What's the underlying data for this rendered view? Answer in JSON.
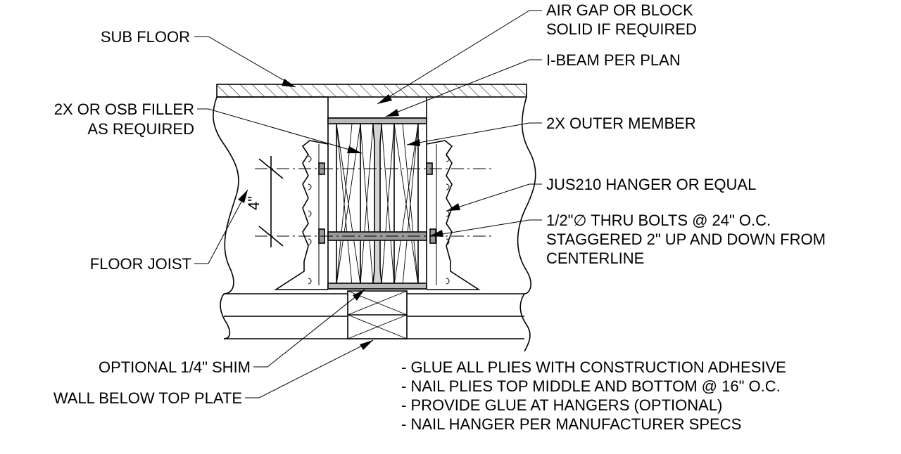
{
  "labels": {
    "sub_floor": "SUB FLOOR",
    "air_gap_line1": "AIR GAP OR BLOCK",
    "air_gap_line2": "SOLID IF REQUIRED",
    "i_beam": "I-BEAM PER PLAN",
    "filler_line1": "2X OR OSB FILLER",
    "filler_line2": "AS REQUIRED",
    "outer_member": "2X OUTER MEMBER",
    "hanger": "JUS210 HANGER OR EQUAL",
    "bolts_line1": "1/2\"∅ THRU BOLTS @ 24\" O.C.",
    "bolts_line2": "STAGGERED 2\" UP AND DOWN FROM",
    "bolts_line3": "CENTERLINE",
    "floor_joist": "FLOOR JOIST",
    "shim": "OPTIONAL 1/4\" SHIM",
    "wall_plate": "WALL BELOW TOP PLATE",
    "dimension": "4\""
  },
  "notes": [
    "- GLUE ALL PLIES WITH CONSTRUCTION ADHESIVE",
    "- NAIL PLIES TOP MIDDLE AND BOTTOM @ 16\" O.C.",
    "- PROVIDE GLUE AT HANGERS (OPTIONAL)",
    "- NAIL HANGER PER MANUFACTURER SPECS"
  ]
}
